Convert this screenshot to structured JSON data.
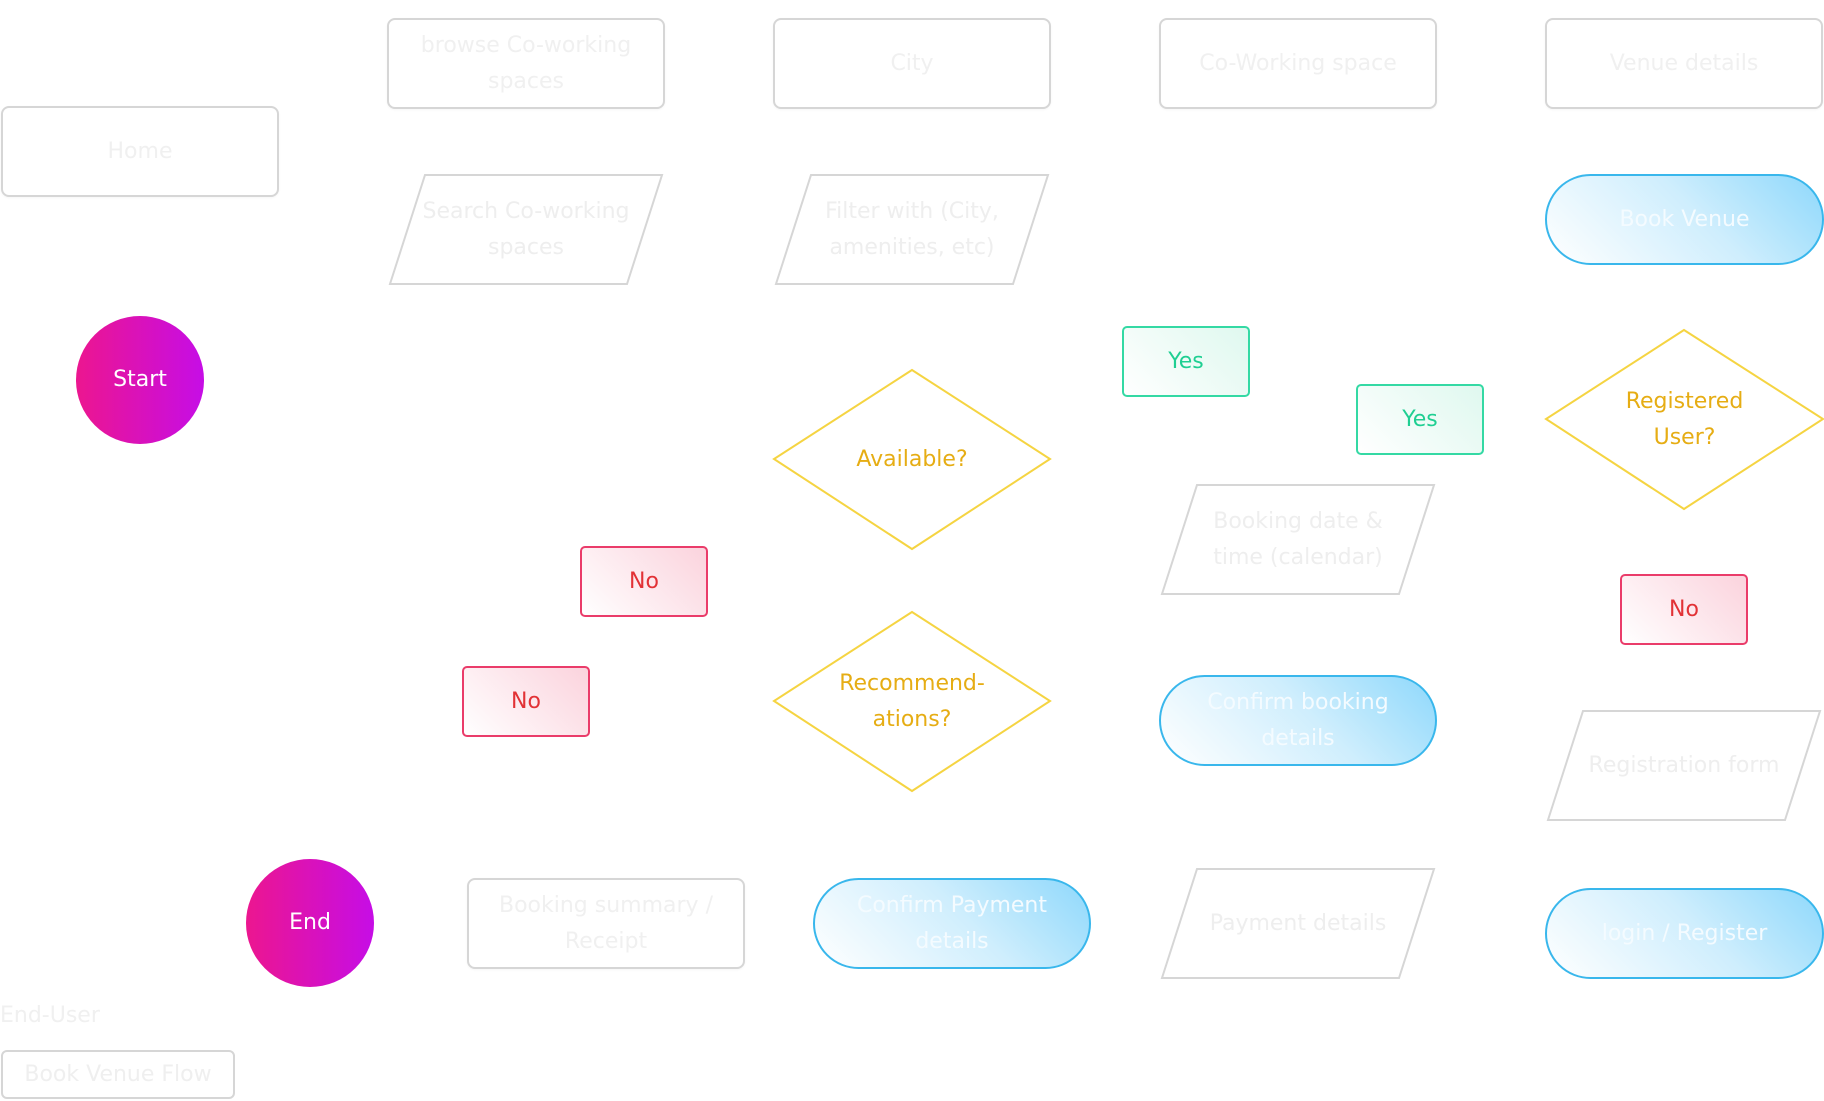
{
  "diagram": {
    "nodes": {
      "home": "Home",
      "browse": "browse Co-working spaces",
      "city": "City",
      "coworking": "Co-Working space",
      "venue_details": "Venue details",
      "search": "Search Co-working spaces",
      "filter": "Filter with (City, amenities, etc)",
      "book_venue": "Book Venue",
      "start": "Start",
      "available": "Available?",
      "recommendations": "Recommend-ations?",
      "registered": "Registered User?",
      "yes_1": "Yes",
      "yes_2": "Yes",
      "no_1": "No",
      "no_2": "No",
      "no_3": "No",
      "booking_date": "Booking date & time (calendar)",
      "confirm_booking": "Confirm booking details",
      "registration_form": "Registration form",
      "end": "End",
      "booking_summary": "Booking summary / Receipt",
      "confirm_payment": "Confirm Payment details",
      "payment_details": "Payment details",
      "login_register": "login / Register"
    },
    "actor": "End-User",
    "flow_name": "Book Venue Flow"
  },
  "colors": {
    "start_end_from": "#ec168f",
    "start_end_to": "#c60de6",
    "decision": "#f5d442",
    "decision_text": "#e6ad14",
    "yes_border": "#34d9a4",
    "yes_text": "#1fcf92",
    "no_border": "#ea3c6a",
    "no_text": "#e23236",
    "action_border": "#39b7ec",
    "process_border": "#d6d6d6"
  }
}
